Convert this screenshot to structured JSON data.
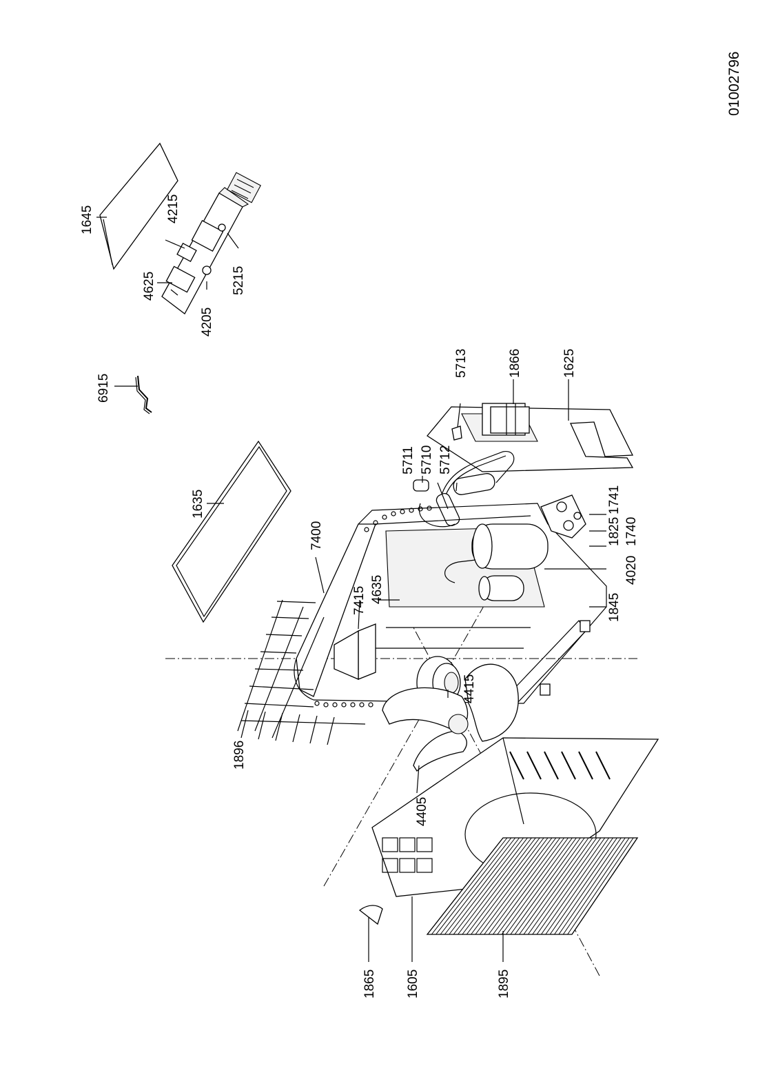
{
  "document": {
    "code": "01002796"
  },
  "labels": [
    {
      "id": "1645",
      "text": "1645"
    },
    {
      "id": "4625",
      "text": "4625"
    },
    {
      "id": "4215",
      "text": "4215"
    },
    {
      "id": "4205",
      "text": "4205"
    },
    {
      "id": "5215",
      "text": "5215"
    },
    {
      "id": "6915",
      "text": "6915"
    },
    {
      "id": "1635",
      "text": "1635"
    },
    {
      "id": "5713",
      "text": "5713"
    },
    {
      "id": "1866",
      "text": "1866"
    },
    {
      "id": "1625",
      "text": "1625"
    },
    {
      "id": "5711",
      "text": "5711"
    },
    {
      "id": "5710",
      "text": "5710"
    },
    {
      "id": "5712",
      "text": "5712"
    },
    {
      "id": "7400",
      "text": "7400"
    },
    {
      "id": "1741",
      "text": "1741"
    },
    {
      "id": "1740",
      "text": "1740"
    },
    {
      "id": "1825",
      "text": "1825"
    },
    {
      "id": "4020",
      "text": "4020"
    },
    {
      "id": "1845",
      "text": "1845"
    },
    {
      "id": "7415",
      "text": "7415"
    },
    {
      "id": "4635",
      "text": "4635"
    },
    {
      "id": "4415",
      "text": "4415"
    },
    {
      "id": "1896",
      "text": "1896"
    },
    {
      "id": "4405",
      "text": "4405"
    },
    {
      "id": "1865",
      "text": "1865"
    },
    {
      "id": "1605",
      "text": "1605"
    },
    {
      "id": "1895",
      "text": "1895"
    }
  ]
}
